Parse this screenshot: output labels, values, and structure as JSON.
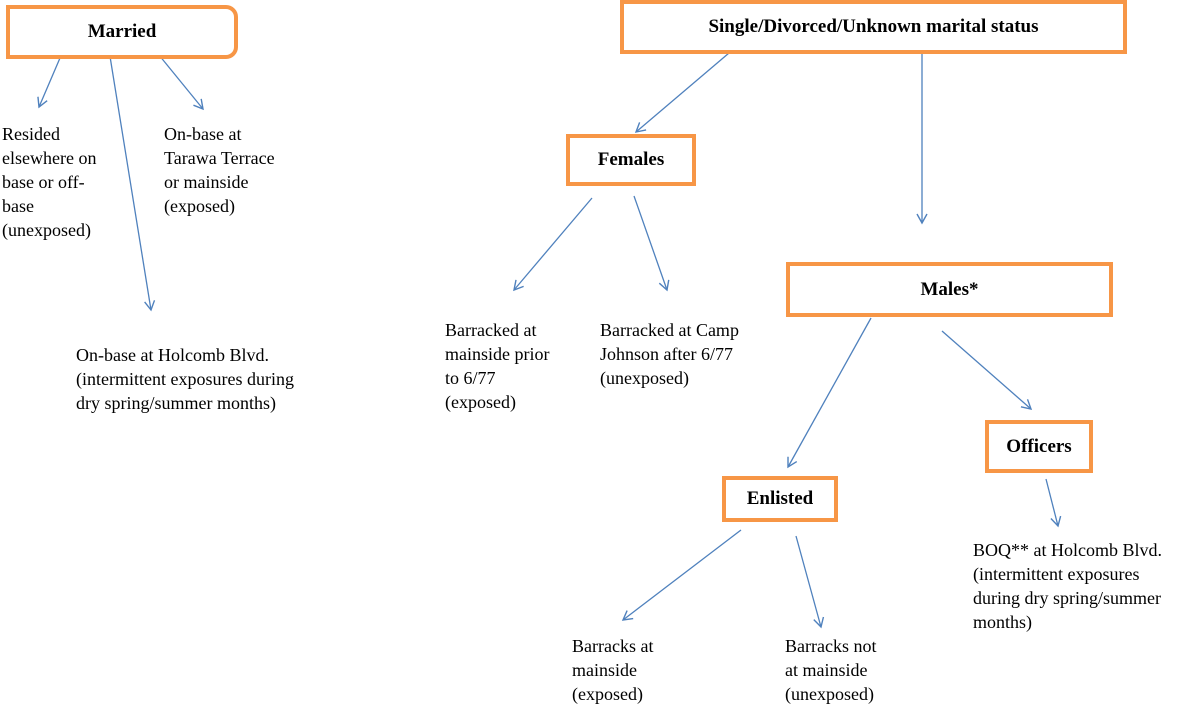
{
  "boxes": {
    "married": "Married",
    "single": "Single/Divorced/Unknown marital status",
    "females": "Females",
    "males": "Males*",
    "officers": "Officers",
    "enlisted": "Enlisted"
  },
  "leaves": {
    "married_elsewhere": "Resided\nelsewhere on\nbase or off-\nbase\n(unexposed)",
    "married_tarawa": "On-base at\nTarawa Terrace\nor mainside\n(exposed)",
    "married_holcomb": "On-base at Holcomb Blvd.\n(intermittent exposures during\ndry spring/summer months)",
    "females_mainside": "Barracked at\nmainside prior\nto 6/77\n(exposed)",
    "females_camp_johnson": " Barracked at Camp\nJohnson after 6/77\n(unexposed)",
    "officers_boq": "BOQ** at Holcomb Blvd.\n(intermittent exposures\nduring dry spring/summer\nmonths)",
    "enlisted_mainside": "Barracks at\nmainside\n(exposed)",
    "enlisted_not_mainside": "Barracks not\nat mainside\n(unexposed)"
  },
  "colors": {
    "box_border": "#f79646",
    "arrow": "#4f81bd"
  }
}
